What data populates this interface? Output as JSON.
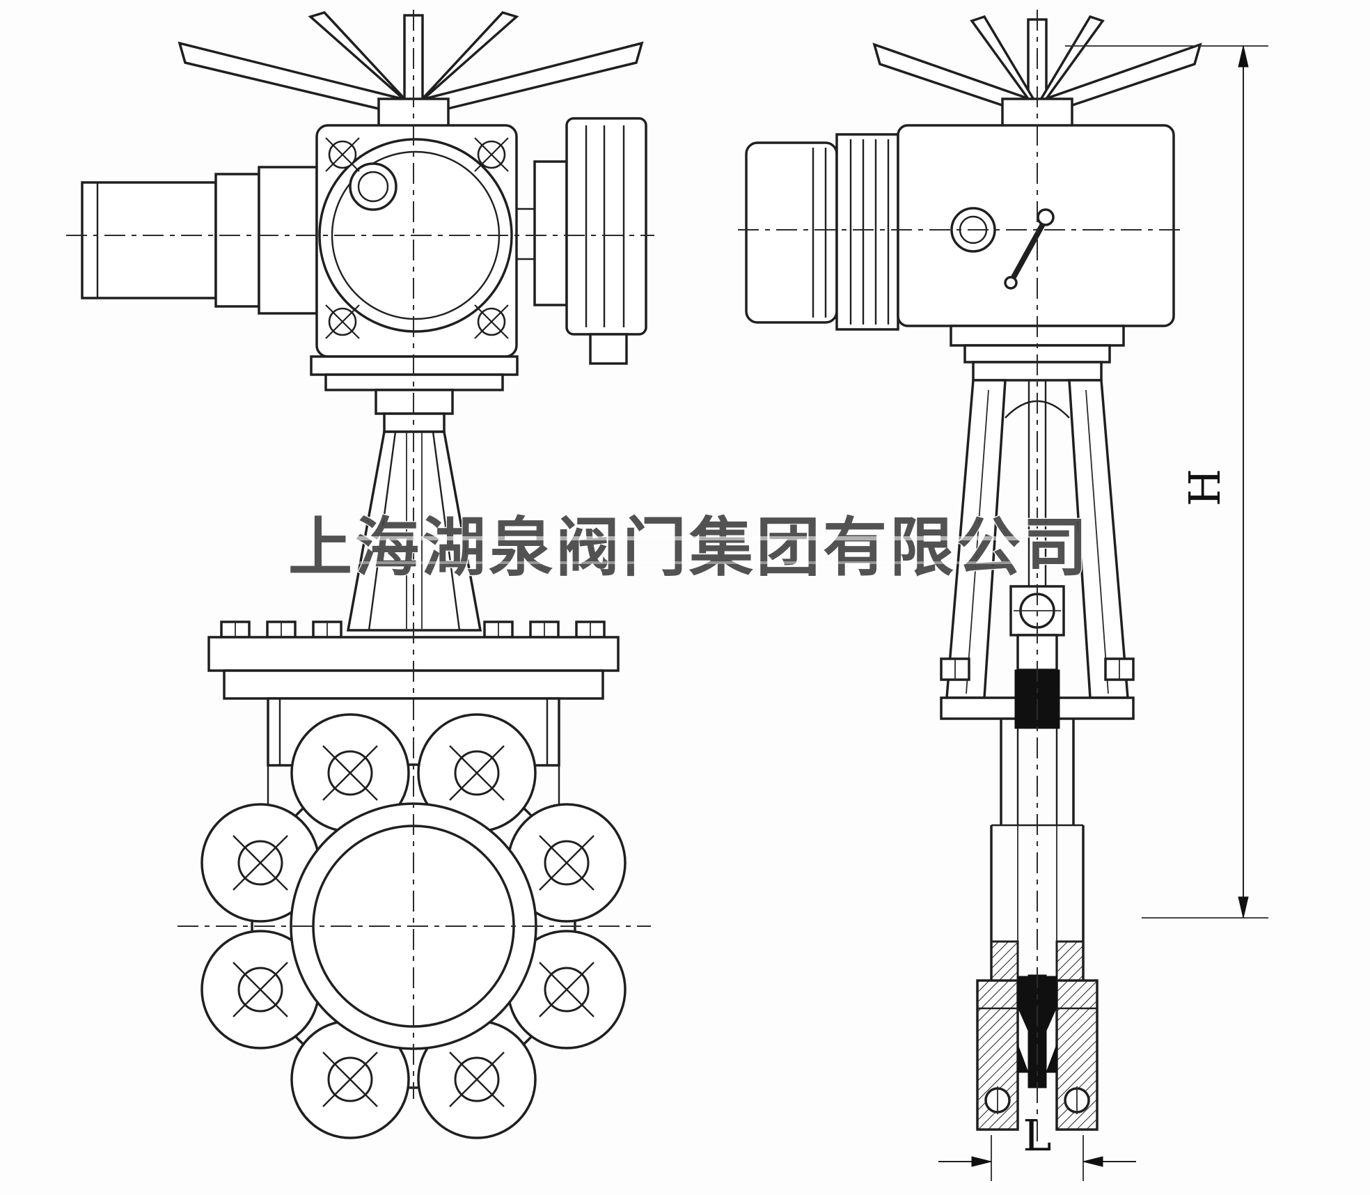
{
  "watermark": {
    "text": "上海湖泉阀门集团有限公司"
  },
  "dimension_labels": {
    "height": "H",
    "width": "L"
  },
  "colors": {
    "line": "#1f1f1f",
    "background": "#fdfdfd",
    "section_fill": "#101010",
    "watermark": "#3a3a3a"
  }
}
